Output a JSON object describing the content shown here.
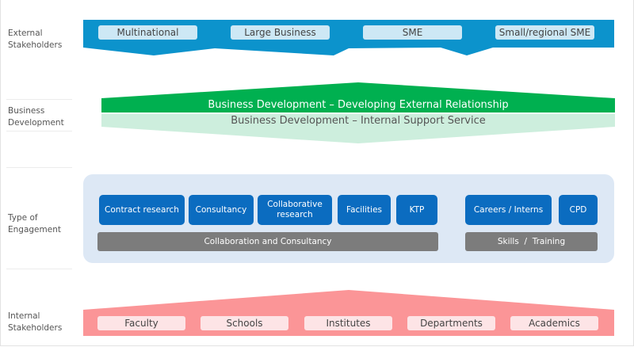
{
  "rows": [
    {
      "label": "External Stakeholders"
    },
    {
      "label": "Business Development"
    },
    {
      "label": "Type of Engagement"
    },
    {
      "label": "Internal Stakeholders"
    }
  ],
  "external_stakeholders": [
    "Multinational",
    "Large Business",
    "SME",
    "Small/regional SME"
  ],
  "business_development": {
    "external": "Business Development – Developing External Relationship",
    "internal": "Business Development – Internal Support Service"
  },
  "engagement": {
    "collaboration_types": [
      "Contract research",
      "Consultancy",
      "Collaborative research",
      "Facilities",
      "KTP"
    ],
    "collaboration_group": "Collaboration and Consultancy",
    "skills_types": [
      "Careers / Interns",
      "CPD"
    ],
    "skills_group": "Skills  /  Training"
  },
  "internal_stakeholders": [
    "Faculty",
    "Schools",
    "Institutes",
    "Departments",
    "Academics"
  ],
  "colors": {
    "external_band": "#0c93cc",
    "external_chip": "#cde8f5",
    "bd_dark": "#00b050",
    "bd_light": "#cdeedd",
    "panel": "#dde8f5",
    "tile": "#0b6cc0",
    "group_bar": "#7c7c7c",
    "internal_band": "#fb9597",
    "internal_chip": "#fde4e6"
  }
}
